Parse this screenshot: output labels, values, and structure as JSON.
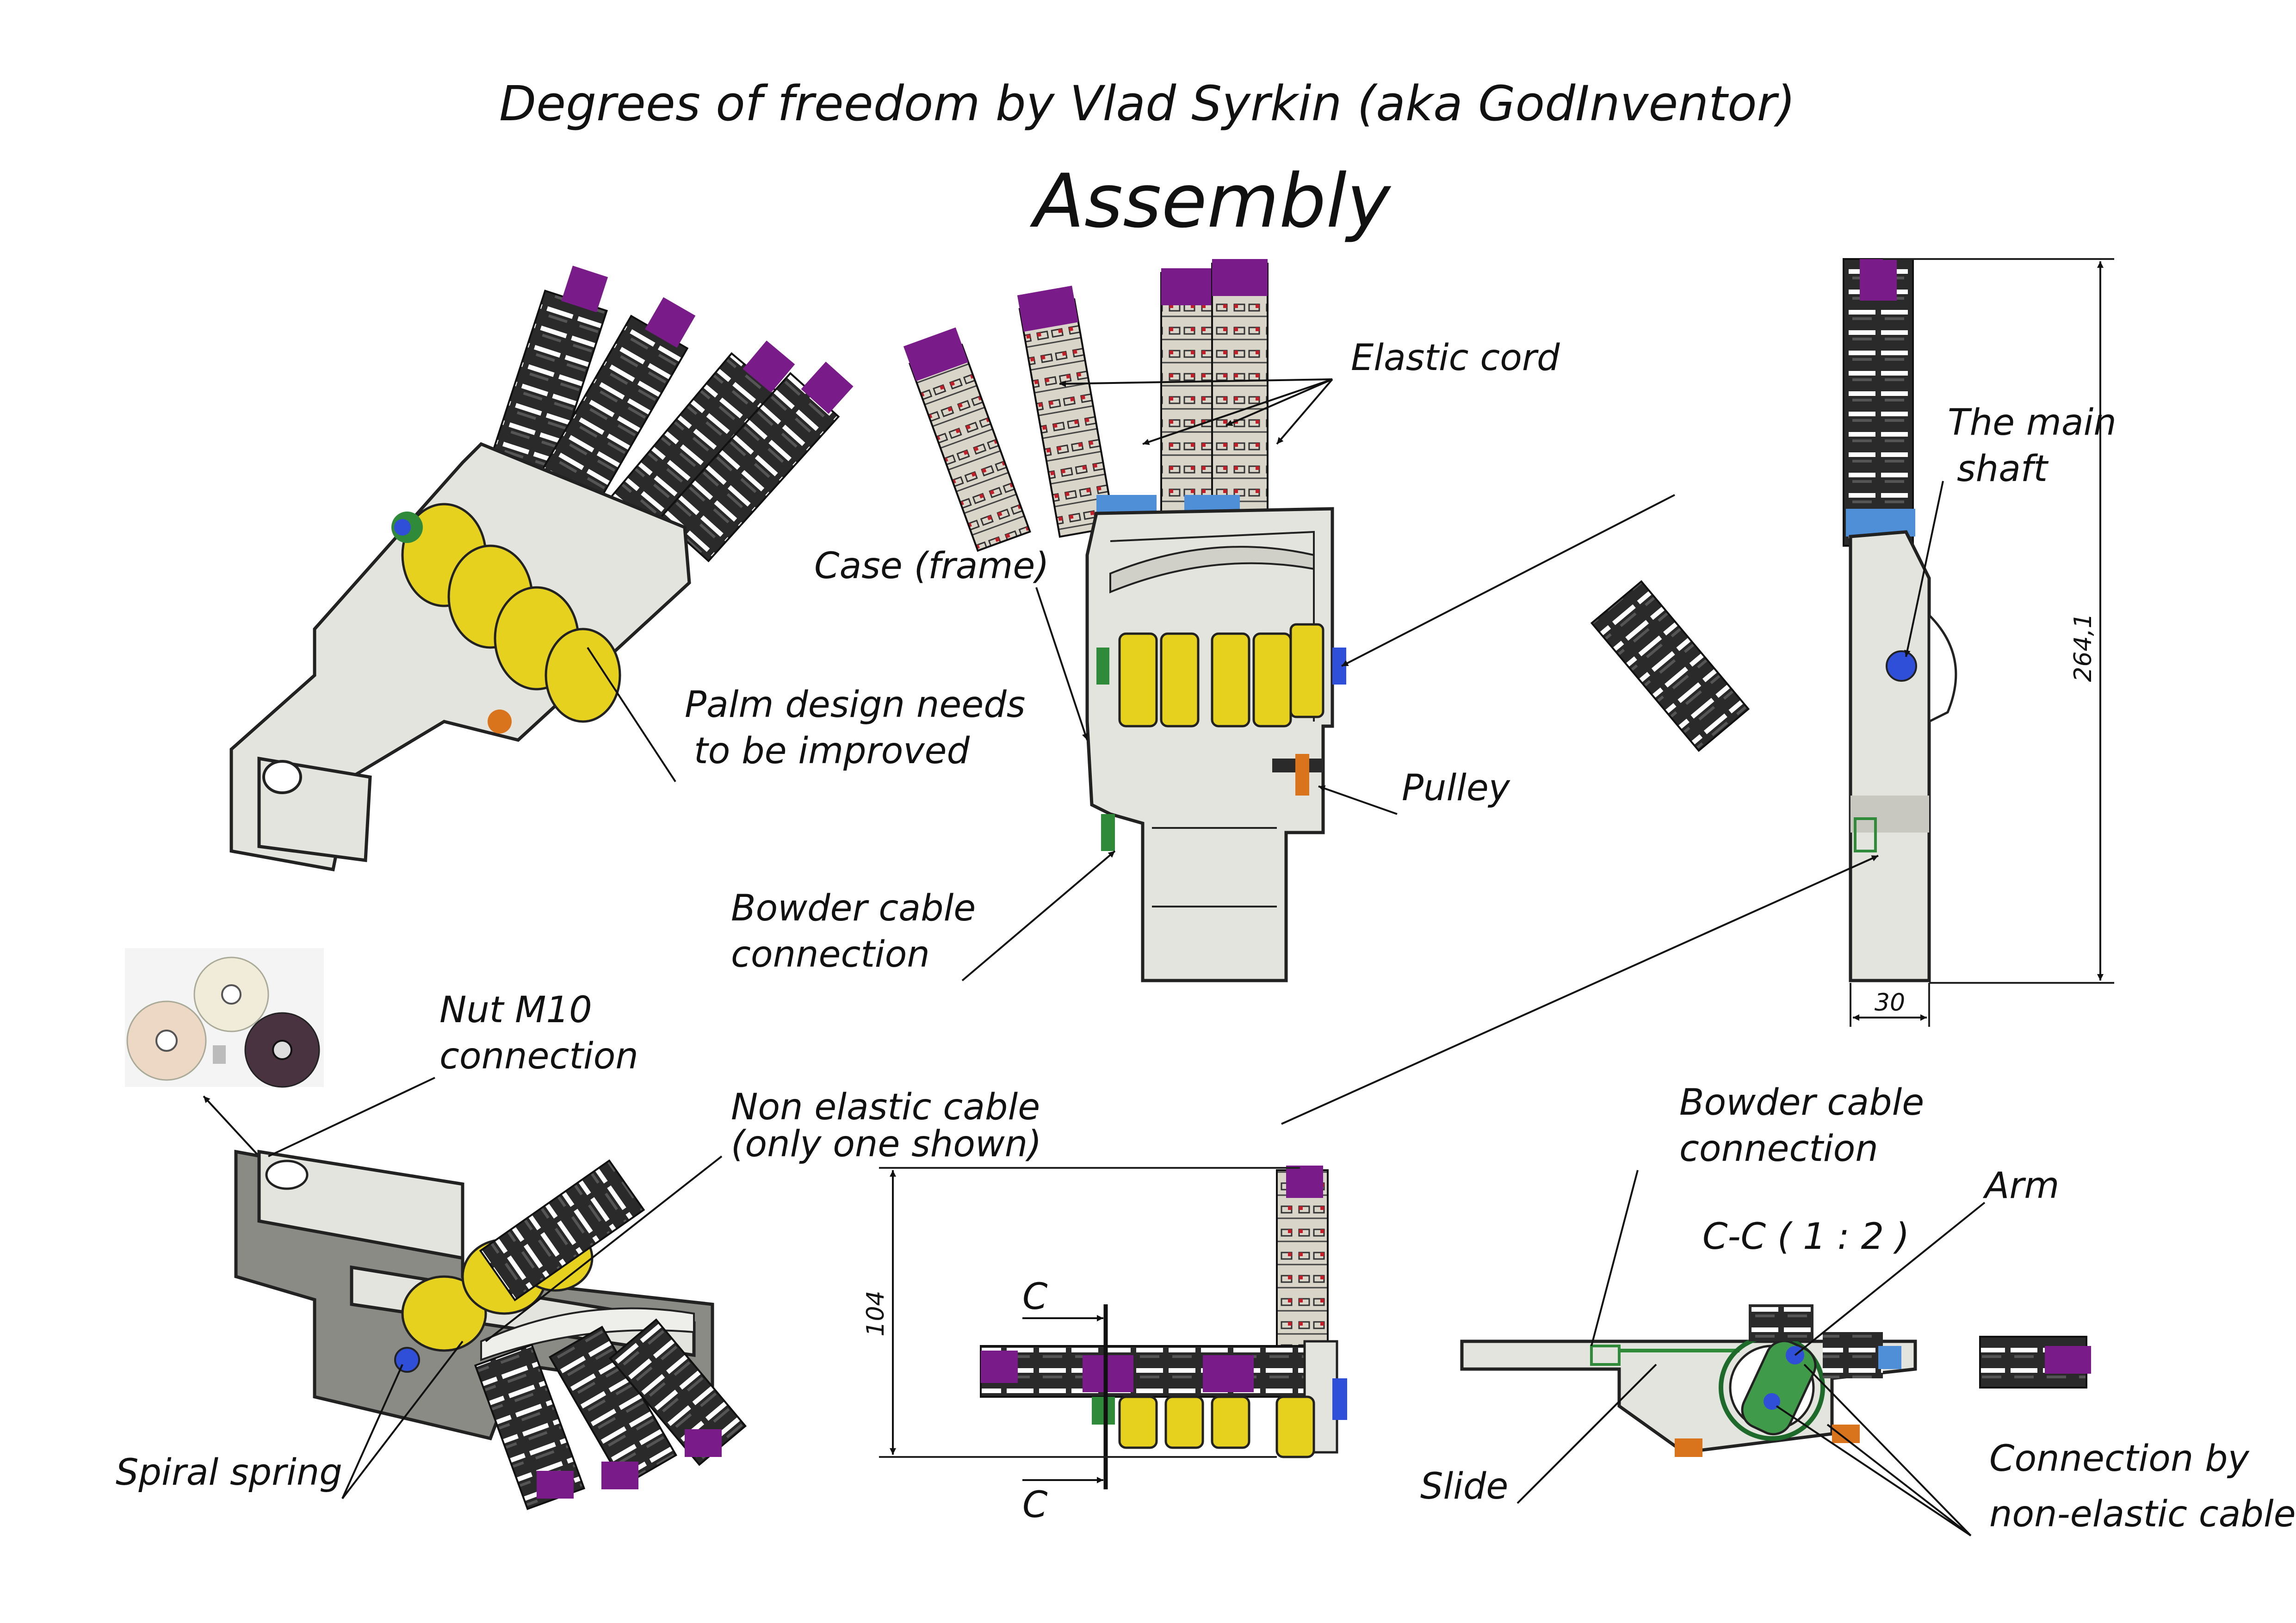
{
  "title": "Degrees of freedom by Vlad Syrkin (aka GodInventor)",
  "subtitle": "Assembly",
  "labels": {
    "elastic_cord": "Elastic cord",
    "case_frame": "Case (frame)",
    "palm_design_1": "Palm design needs",
    "palm_design_2": "to be improved",
    "pulley": "Pulley",
    "bowden_top_1": "Bowder cable",
    "bowden_top_2": "connection",
    "main_shaft_1": "The main",
    "main_shaft_2": "shaft",
    "nut_1": "Nut M10",
    "nut_2": "connection",
    "non_elastic_1": "Non elastic cable",
    "non_elastic_2": "(only one shown)",
    "bowden_bottom_1": "Bowder cable",
    "bowden_bottom_2": "connection",
    "arm": "Arm",
    "section_view": "C-C ( 1 : 2 )",
    "spiral_spring": "Spiral spring",
    "slide": "Slide",
    "connection_1": "Connection by",
    "connection_2": "non-elastic cable",
    "section_mark_top": "C",
    "section_mark_bottom": "C"
  },
  "dimensions": {
    "height": "264,1",
    "width": "30",
    "side_height": "104"
  },
  "colors": {
    "finger_purple": "#7a1b8a",
    "segment_dark": "#2a2a2a",
    "segment_light": "#d9d5c8",
    "pulley_yellow": "#e6d21e",
    "case_grey": "#e4e4de",
    "case_dark": "#8b8b86",
    "bolt_blue": "#2f4fd8",
    "spring_green": "#2f8a3a",
    "accent_orange": "#d9741c"
  }
}
